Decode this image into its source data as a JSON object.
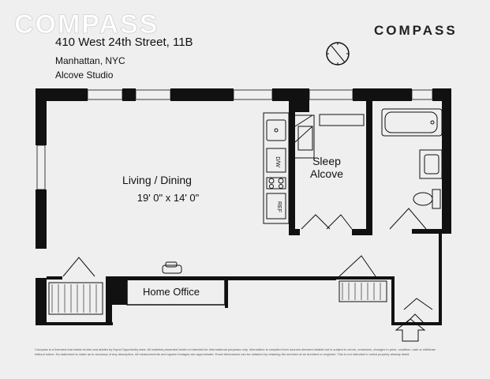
{
  "watermark": "COMPASS",
  "header": {
    "address": "410 West 24th Street, 11B",
    "location": "Manhattan, NYC",
    "unit_type": "Alcove Studio",
    "brand": "COMPASS"
  },
  "rooms": {
    "living_name": "Living / Dining",
    "living_dims": "19' 0\" x 14' 0\"",
    "sleep_line1": "Sleep",
    "sleep_line2": "Alcove",
    "home_office": "Home Office"
  },
  "fixtures": {
    "dishwasher": "D/W",
    "refrigerator": "REF"
  },
  "disclaimer": "Compass is a licensed real estate broker and abides by Equal Opportunity laws. All material presented herein is intended for informational purposes only. Information is compiled from sources deemed reliable but is subject to errors, omissions, changes in price, condition, sale or withdraw without notice. No statement is made as to accuracy of any description. All measurements and square footages are approximate. Exact dimensions can be obtained by retaining the services of an architect or engineer. This is not intended to solicit property already listed."
}
